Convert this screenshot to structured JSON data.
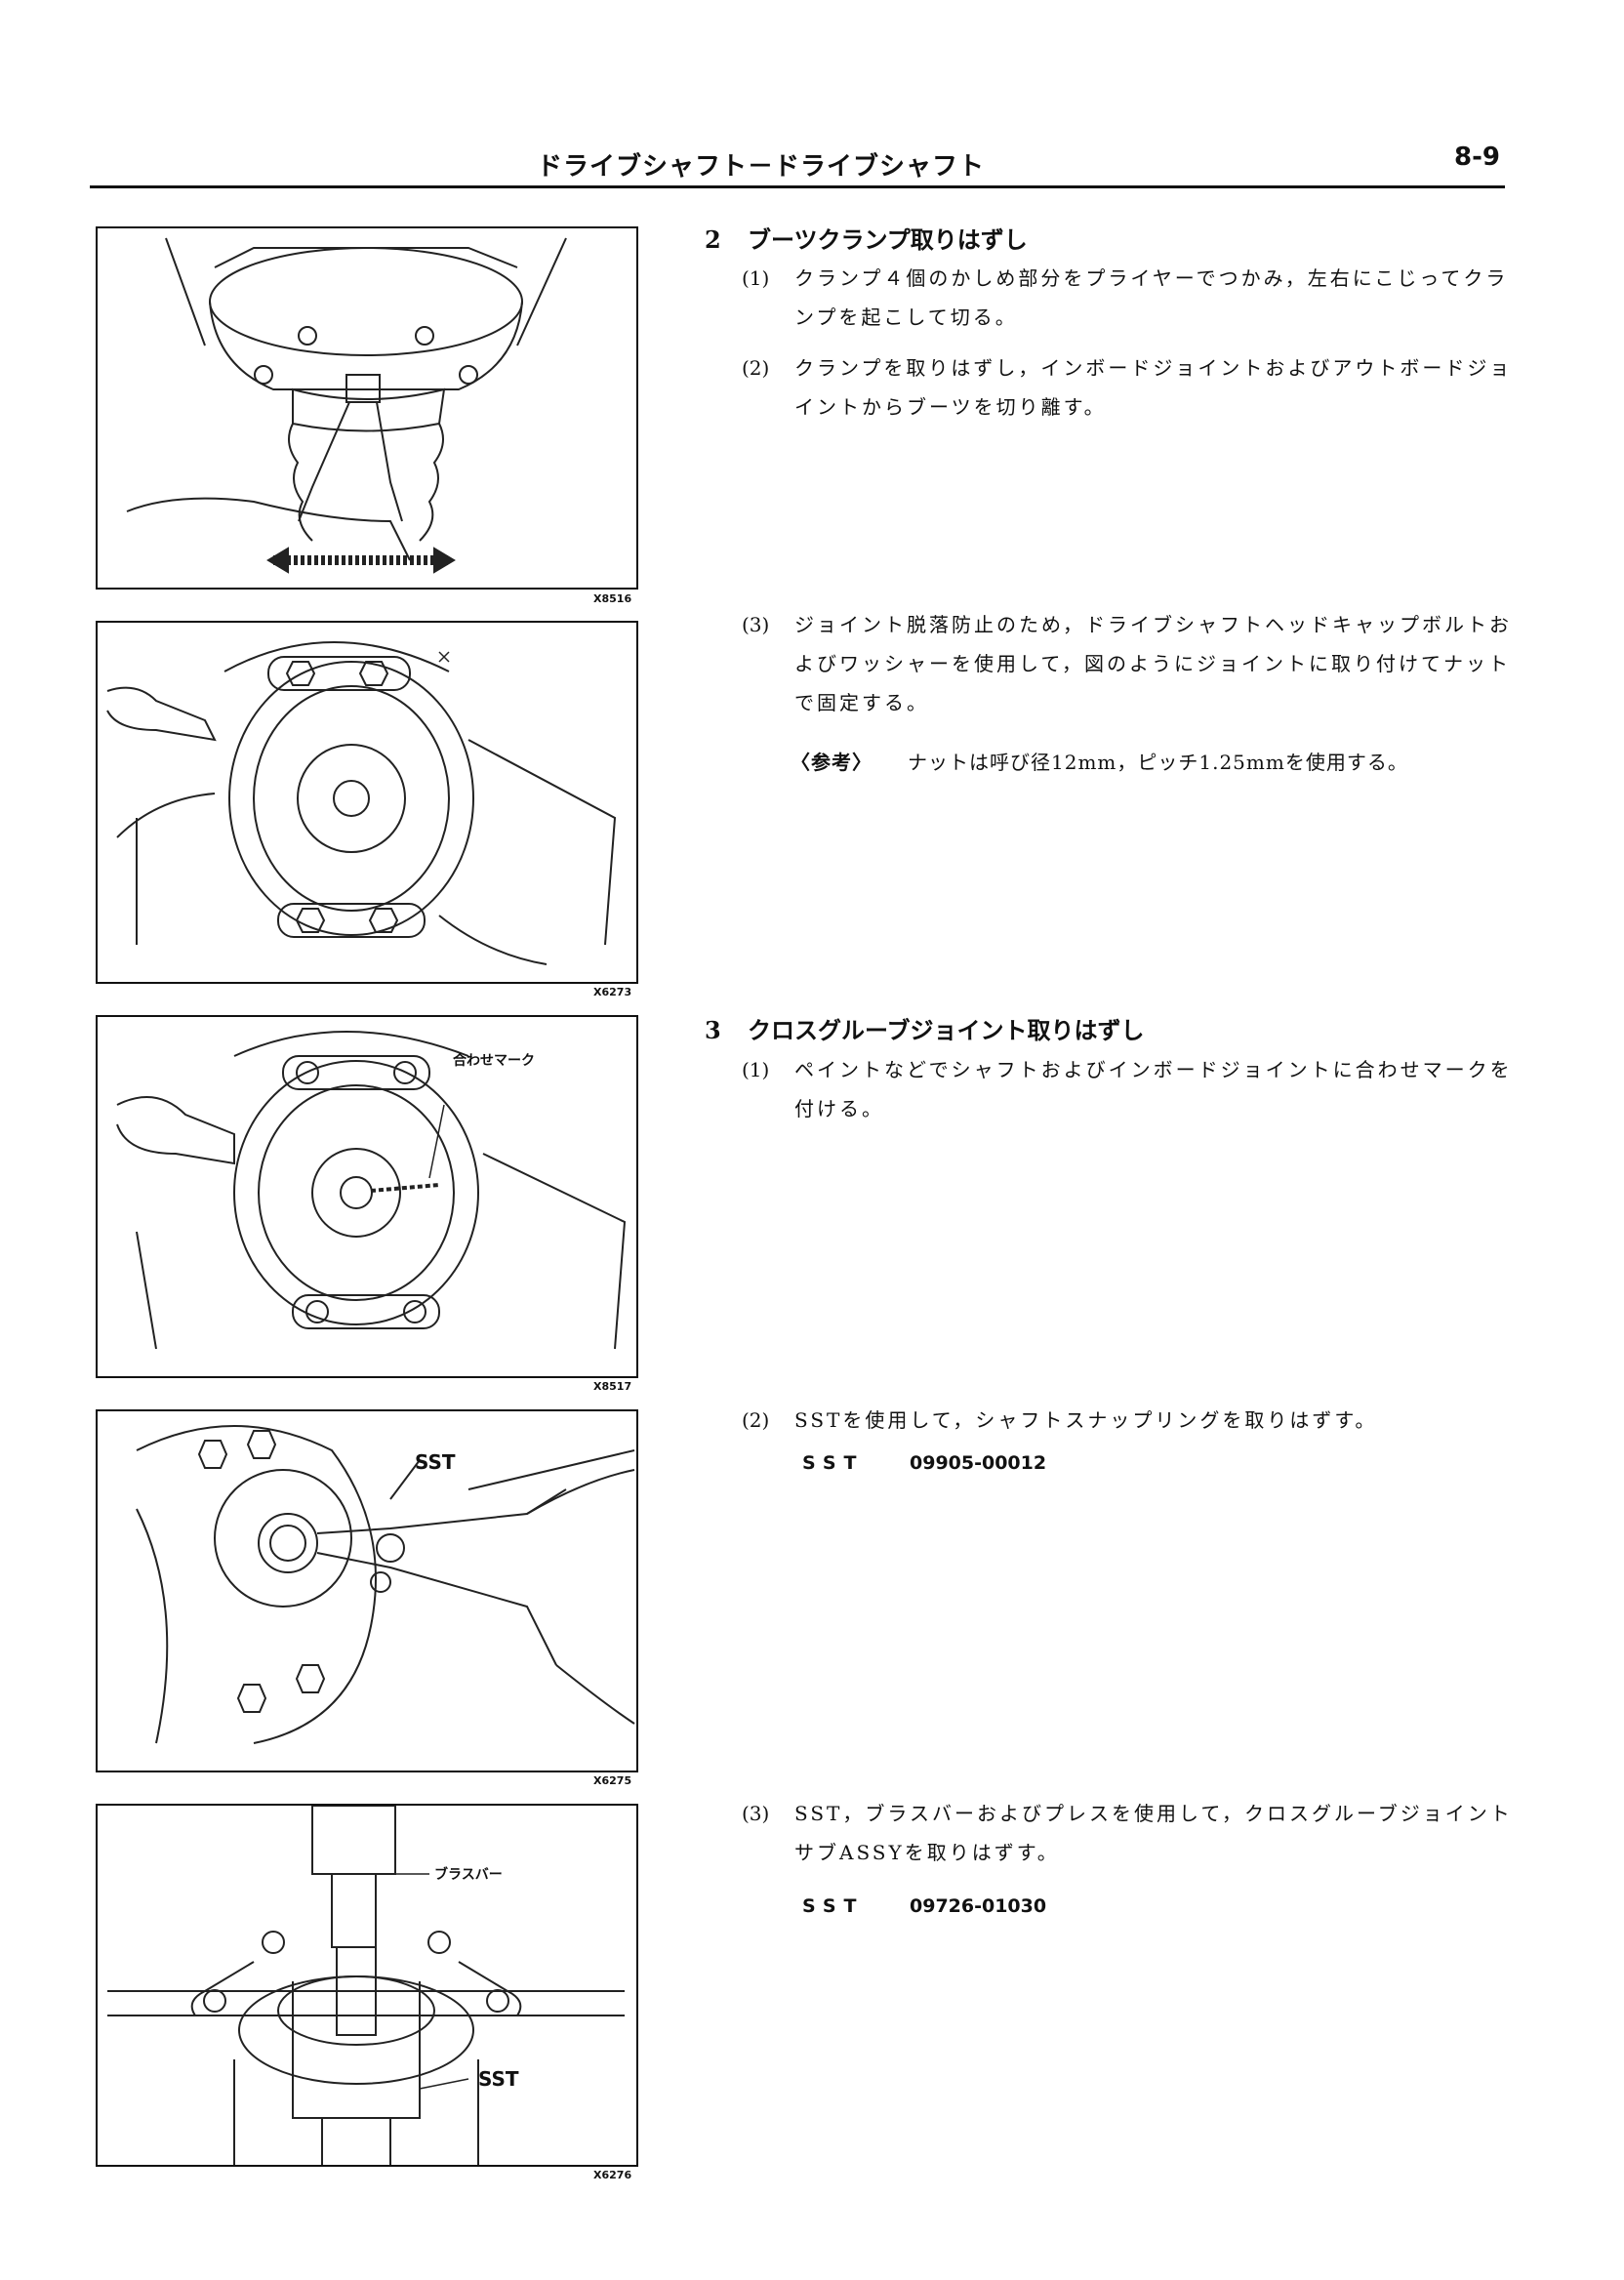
{
  "header": {
    "title": "ドライブシャフト－ドライブシャフト",
    "page": "8-9"
  },
  "figures": [
    {
      "code": "X8516"
    },
    {
      "code": "X6273"
    },
    {
      "code": "X8517",
      "callout": "合わせマーク"
    },
    {
      "code": "X6275",
      "callout": "SST"
    },
    {
      "code": "X6276",
      "callout_top": "ブラスバー",
      "callout_bottom": "SST"
    }
  ],
  "sections": [
    {
      "number": "2",
      "title": "ブーツクランプ取りはずし",
      "items": [
        {
          "marker": "(1)",
          "text": "クランプ４個のかしめ部分をプライヤーでつかみ，左右にこじってクランプを起こして切る。"
        },
        {
          "marker": "(2)",
          "text": "クランプを取りはずし，インボードジョイントおよびアウトボードジョイントからブーツを切り離す。"
        },
        {
          "marker": "(3)",
          "text": "ジョイント脱落防止のため，ドライブシャフトヘッドキャップボルトおよびワッシャーを使用して，図のようにジョイントに取り付けてナットで固定する。"
        }
      ],
      "note": {
        "label": "〈参考〉",
        "text": "ナットは呼び径12mm，ピッチ1.25mmを使用する。"
      }
    },
    {
      "number": "3",
      "title": "クロスグルーブジョイント取りはずし",
      "items": [
        {
          "marker": "(1)",
          "text": "ペイントなどでシャフトおよびインボードジョイントに合わせマークを付ける。"
        },
        {
          "marker": "(2)",
          "text": "SSTを使用して，シャフトスナップリングを取りはずす。",
          "sst_label": "SST",
          "sst_code": "09905-00012"
        },
        {
          "marker": "(3)",
          "text": "SST，ブラスバーおよびプレスを使用して，クロスグルーブジョイントサブASSYを取りはずす。",
          "sst_label": "SST",
          "sst_code": "09726-01030"
        }
      ]
    }
  ]
}
